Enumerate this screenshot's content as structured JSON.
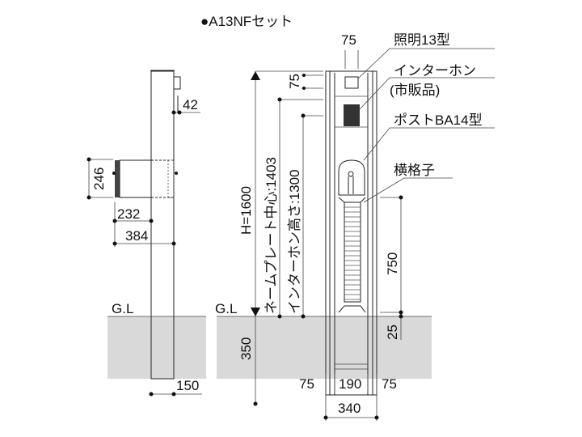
{
  "title": "●A13NFセット",
  "callouts": {
    "light": "照明13型",
    "intercom": "インターホン",
    "intercom_note": "(市販品)",
    "post": "ポストBA14型",
    "lattice": "横格子"
  },
  "side_view": {
    "dim_42": "42",
    "dim_246": "246",
    "dim_232": "232",
    "dim_384": "384",
    "ground_label": "G.L",
    "dim_150": "150"
  },
  "front_view": {
    "ground_label": "G.L",
    "dim_top_75": "75",
    "dim_light_75": "75",
    "height": "H=1600",
    "nameplate_center": "ネームプレート中心:1403",
    "intercom_height": "インターホン高さ:1300",
    "dim_750": "750",
    "dim_25": "25",
    "dim_350": "350",
    "dim_bottom_left_75": "75",
    "dim_190": "190",
    "dim_bottom_right_75": "75",
    "dim_340": "340"
  },
  "colors": {
    "ground": "#d9d9d9",
    "line": "#222222"
  }
}
